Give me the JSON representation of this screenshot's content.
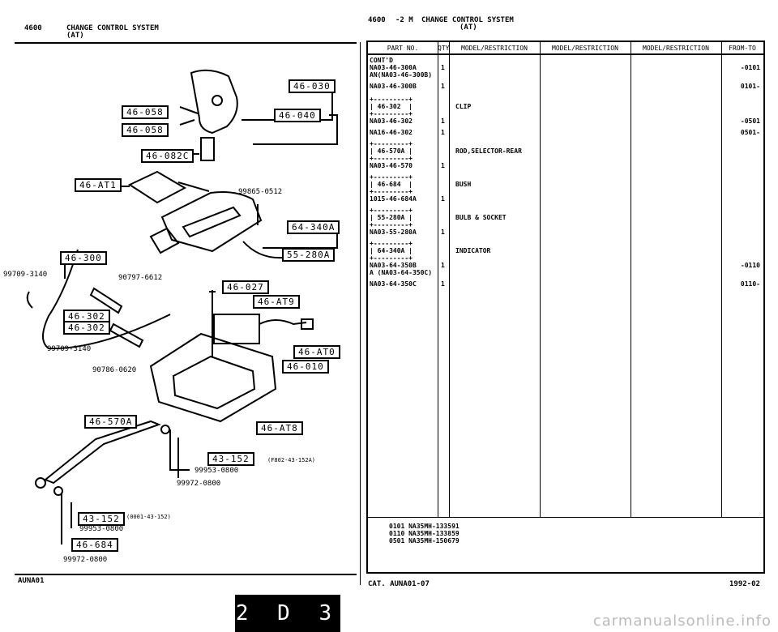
{
  "page_left": {
    "section_number": "4600",
    "title": "CHANGE CONTROL SYSTEM",
    "subtitle": "(AT)",
    "footer_code": "AUNA01"
  },
  "page_right": {
    "section_number": "4600",
    "title_prefix": "-2 M",
    "title": "CHANGE CONTROL SYSTEM",
    "subtitle": "(AT)",
    "footer_catalog": "CAT. AUNA01-07",
    "footer_date": "1992-02"
  },
  "diagram": {
    "callouts": [
      "46-030",
      "46-058",
      "46-058",
      "46-040",
      "46-082C",
      "46-AT1",
      "64-340A",
      "55-280A",
      "46-300",
      "46-027",
      "46-AT9",
      "46-302",
      "46-302",
      "46-AT0",
      "46-010",
      "46-570A",
      "46-AT8",
      "43-152",
      "43-152",
      "46-684"
    ],
    "part_numbers": [
      "99865-0512",
      "99709-3140",
      "90797-6612",
      "99709-3140",
      "90786-0620",
      "99953-0800",
      "99972-0800",
      "99953-0800",
      "99972-0800"
    ],
    "notes": [
      "(F802-43-152A)",
      "(0001-43-152)"
    ]
  },
  "table": {
    "headers": [
      "PART NO.",
      "QTY",
      "MODEL/RESTRICTION",
      "MODEL/RESTRICTION",
      "MODEL/RESTRICTION",
      "FROM-TO"
    ],
    "rows": [
      {
        "part": "CONT'D",
        "qty": "",
        "desc": "",
        "from_to": ""
      },
      {
        "part": "NA03-46-300A",
        "qty": "1",
        "desc": "",
        "from_to": "-0101"
      },
      {
        "part": "AN(NA03-46-300B)",
        "qty": "",
        "desc": "",
        "from_to": ""
      },
      {
        "part": "NA03-46-300B",
        "qty": "1",
        "desc": "",
        "from_to": "0101-"
      },
      {
        "part": "+---------+",
        "qty": "",
        "desc": "",
        "from_to": ""
      },
      {
        "part": "| 46-302  |",
        "qty": "",
        "desc": "CLIP",
        "from_to": ""
      },
      {
        "part": "+---------+",
        "qty": "",
        "desc": "",
        "from_to": ""
      },
      {
        "part": "NA03-46-302",
        "qty": "1",
        "desc": "",
        "from_to": "-0501"
      },
      {
        "part": "NA16-46-302",
        "qty": "1",
        "desc": "",
        "from_to": "0501-"
      },
      {
        "part": "+---------+",
        "qty": "",
        "desc": "",
        "from_to": ""
      },
      {
        "part": "| 46-570A |",
        "qty": "",
        "desc": "ROD,SELECTOR-REAR",
        "from_to": ""
      },
      {
        "part": "+---------+",
        "qty": "",
        "desc": "",
        "from_to": ""
      },
      {
        "part": "NA03-46-570",
        "qty": "1",
        "desc": "",
        "from_to": ""
      },
      {
        "part": "+---------+",
        "qty": "",
        "desc": "",
        "from_to": ""
      },
      {
        "part": "| 46-684  |",
        "qty": "",
        "desc": "BUSH",
        "from_to": ""
      },
      {
        "part": "+---------+",
        "qty": "",
        "desc": "",
        "from_to": ""
      },
      {
        "part": "1015-46-684A",
        "qty": "1",
        "desc": "",
        "from_to": ""
      },
      {
        "part": "+---------+",
        "qty": "",
        "desc": "",
        "from_to": ""
      },
      {
        "part": "| 55-280A |",
        "qty": "",
        "desc": "BULB & SOCKET",
        "from_to": ""
      },
      {
        "part": "+---------+",
        "qty": "",
        "desc": "",
        "from_to": ""
      },
      {
        "part": "NA03-55-280A",
        "qty": "1",
        "desc": "",
        "from_to": ""
      },
      {
        "part": "+---------+",
        "qty": "",
        "desc": "",
        "from_to": ""
      },
      {
        "part": "| 64-340A |",
        "qty": "",
        "desc": "INDICATOR",
        "from_to": ""
      },
      {
        "part": "+---------+",
        "qty": "",
        "desc": "",
        "from_to": ""
      },
      {
        "part": "NA03-64-350B",
        "qty": "1",
        "desc": "",
        "from_to": "-0110"
      },
      {
        "part": "A (NA03-64-350C)",
        "qty": "",
        "desc": "",
        "from_to": ""
      },
      {
        "part": "NA03-64-350C",
        "qty": "1",
        "desc": "",
        "from_to": "0110-"
      }
    ],
    "serials": [
      "0101 NA35MH-133591",
      "0110 NA35MH-133859",
      "0501 NA35MH-150679"
    ]
  },
  "page_tab": "2 D 3",
  "credit": "carmanualsonline.info"
}
